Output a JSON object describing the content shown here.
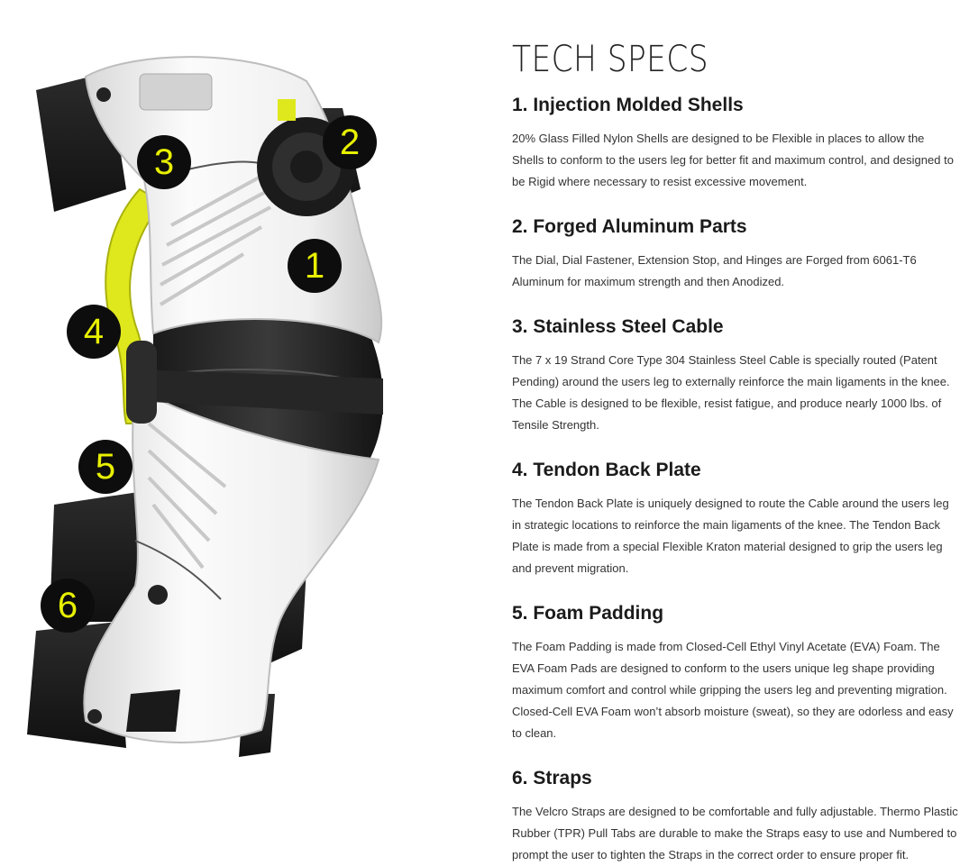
{
  "title": "TECH SPECS",
  "colors": {
    "callout_bg": "#0d0d0d",
    "callout_text": "#e8f000",
    "accent_yellow": "#dfe81c",
    "shell_white": "#f4f4f4"
  },
  "callouts": [
    "1",
    "2",
    "3",
    "4",
    "5",
    "6"
  ],
  "specs": [
    {
      "heading": "1. Injection Molded Shells",
      "text": "20% Glass Filled Nylon Shells are designed to be Flexible in places to allow the Shells to conform to the users leg for better fit and maximum control, and designed to be Rigid where necessary to resist excessive movement."
    },
    {
      "heading": "2. Forged Aluminum Parts",
      "text": "The Dial, Dial Fastener, Extension Stop, and Hinges are Forged from 6061-T6 Aluminum for maximum strength and then Anodized."
    },
    {
      "heading": "3. Stainless Steel Cable",
      "text": "The 7 x 19 Strand Core Type 304 Stainless Steel Cable is specially routed (Patent Pending) around the users leg to externally reinforce the main ligaments in the knee. The Cable is designed to be flexible, resist fatigue, and produce nearly 1000 lbs. of Tensile Strength."
    },
    {
      "heading": "4. Tendon Back Plate",
      "text": "The Tendon Back Plate is uniquely designed to route the Cable around the users leg in strategic locations to reinforce the main ligaments of the knee. The Tendon Back Plate is made from a special Flexible Kraton material designed to grip the users leg and prevent migration."
    },
    {
      "heading": "5. Foam Padding",
      "text": "The Foam Padding is made from Closed-Cell Ethyl Vinyl Acetate (EVA) Foam. The EVA Foam Pads are designed to conform to the users unique leg shape providing maximum comfort and control while gripping the users leg and preventing migration. Closed-Cell EVA Foam won’t absorb moisture (sweat), so they are odorless and easy to clean."
    },
    {
      "heading": "6. Straps",
      "text": "The Velcro Straps are designed to be comfortable and fully adjustable. Thermo Plastic Rubber (TPR) Pull Tabs are durable to make the Straps easy to use and Numbered to prompt the user to tighten the Straps in the correct order to ensure proper fit."
    }
  ]
}
